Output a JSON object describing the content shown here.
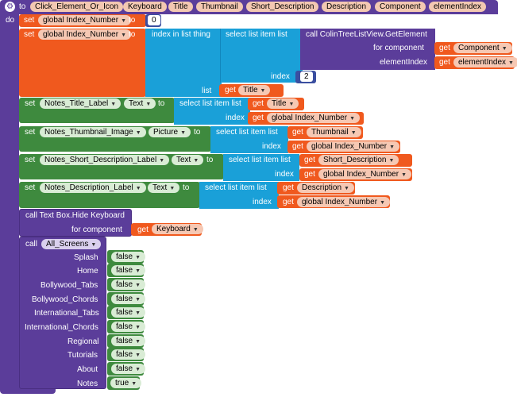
{
  "header": {
    "to": "to",
    "do": "do",
    "procedure_name": "Click_Element_Or_Icon",
    "params": [
      "Keyboard",
      "Title",
      "Thumbnail",
      "Short_Description",
      "Description",
      "Component",
      "elementIndex"
    ]
  },
  "kw": {
    "set": "set",
    "to": "to",
    "get": "get",
    "call": "call",
    "list": "list",
    "index": "index",
    "select_list_item": "select list item",
    "index_in_list": "index in list",
    "thing": "thing",
    "for_component": "for component",
    "element_index": "elementIndex"
  },
  "stmt1": {
    "var": "global Index_Number",
    "value": "0"
  },
  "stmt2": {
    "var": "global Index_Number",
    "call": "call ColinTreeListView.GetElement",
    "component_param": "Component",
    "element_index_param": "elementIndex",
    "index_value": "2",
    "list_param": "Title"
  },
  "stmt3": {
    "component": "Notes_Title_Label",
    "prop": "Text",
    "list_param": "Title",
    "index_var": "global Index_Number"
  },
  "stmt4": {
    "component": "Notes_Thumbnail_Image",
    "prop": "Picture",
    "list_param": "Thumbnail",
    "index_var": "global Index_Number"
  },
  "stmt5": {
    "component": "Notes_Short_Description_Label",
    "prop": "Text",
    "list_param": "Short_Description",
    "index_var": "global Index_Number"
  },
  "stmt6": {
    "component": "Notes_Description_Label",
    "prop": "Text",
    "list_param": "Description",
    "index_var": "global Index_Number"
  },
  "stmt7": {
    "call": "call Text Box.Hide Keyboard",
    "param": "Keyboard"
  },
  "stmt8": {
    "procedure": "All_Screens",
    "args": [
      {
        "label": "Splash",
        "value": "false"
      },
      {
        "label": "Home",
        "value": "false"
      },
      {
        "label": "Bollywood_Tabs",
        "value": "false"
      },
      {
        "label": "Bollywood_Chords",
        "value": "false"
      },
      {
        "label": "International_Tabs",
        "value": "false"
      },
      {
        "label": "International_Chords",
        "value": "false"
      },
      {
        "label": "Regional",
        "value": "false"
      },
      {
        "label": "Tutorials",
        "value": "false"
      },
      {
        "label": "About",
        "value": "false"
      },
      {
        "label": "Notes",
        "value": "true"
      }
    ]
  }
}
